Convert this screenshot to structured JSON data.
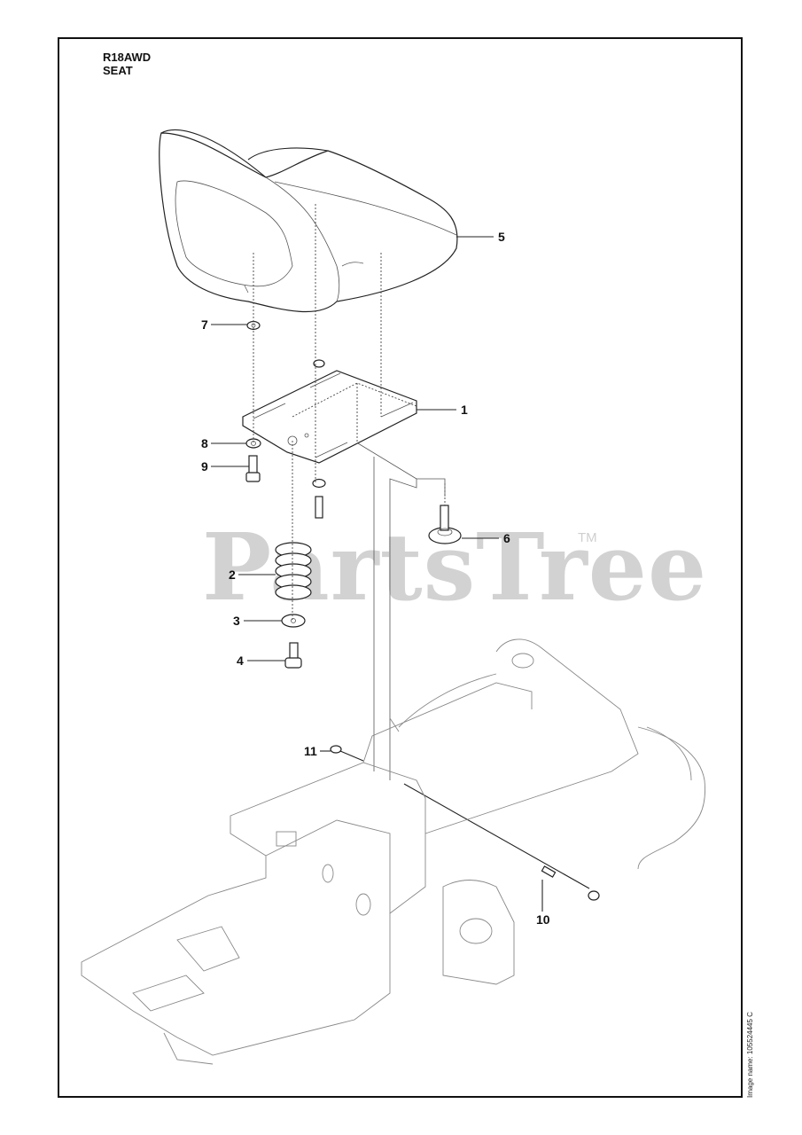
{
  "header": {
    "model": "R18AWD",
    "section": "SEAT"
  },
  "image_note": "Image name: 105524445 C",
  "watermark": {
    "text": "PartsTree",
    "tm": "TM"
  },
  "callouts": [
    {
      "id": "c1",
      "label": "1"
    },
    {
      "id": "c2",
      "label": "2"
    },
    {
      "id": "c3",
      "label": "3"
    },
    {
      "id": "c4",
      "label": "4"
    },
    {
      "id": "c5",
      "label": "5"
    },
    {
      "id": "c6",
      "label": "6"
    },
    {
      "id": "c7",
      "label": "7"
    },
    {
      "id": "c8",
      "label": "8"
    },
    {
      "id": "c9",
      "label": "9"
    },
    {
      "id": "c10",
      "label": "10"
    },
    {
      "id": "c11",
      "label": "11"
    }
  ]
}
